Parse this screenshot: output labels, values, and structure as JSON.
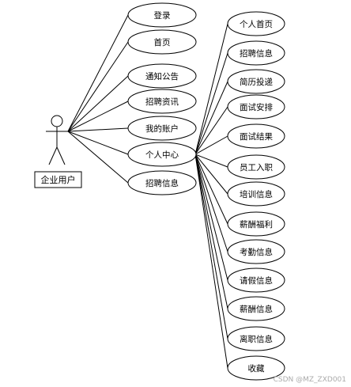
{
  "actor": {
    "label": "企业用户"
  },
  "actor_use_cases": [
    {
      "label": "登录"
    },
    {
      "label": "首页"
    },
    {
      "label": "通知公告"
    },
    {
      "label": "招聘资讯"
    },
    {
      "label": "我的账户"
    },
    {
      "label": "个人中心"
    },
    {
      "label": "招聘信息"
    }
  ],
  "personal_center_items": [
    {
      "label": "个人首页"
    },
    {
      "label": "招聘信息"
    },
    {
      "label": "简历投递"
    },
    {
      "label": "面试安排"
    },
    {
      "label": "面试结果"
    },
    {
      "label": "员工入职"
    },
    {
      "label": "培训信息"
    },
    {
      "label": "薪酬福利"
    },
    {
      "label": "考勤信息"
    },
    {
      "label": "请假信息"
    },
    {
      "label": "薪酬信息"
    },
    {
      "label": "离职信息"
    },
    {
      "label": "收藏"
    }
  ],
  "watermark": "CSDN @MZ_ZXD001"
}
